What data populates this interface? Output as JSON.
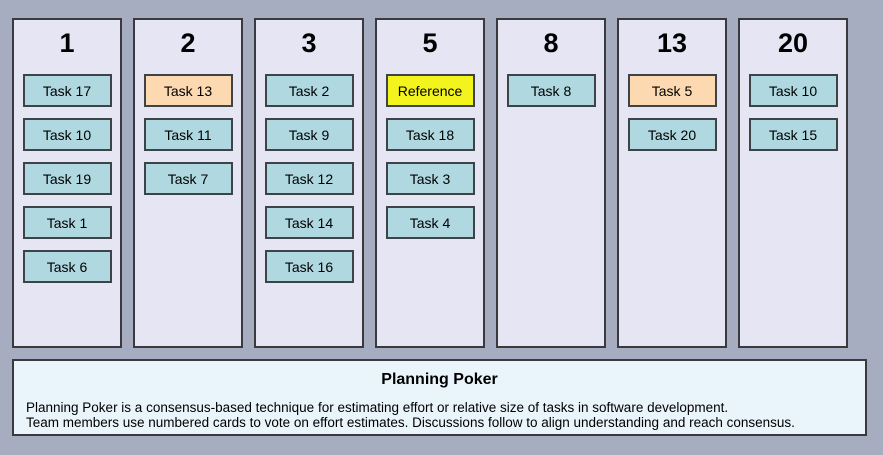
{
  "board": {
    "columns": [
      {
        "value": "1",
        "cards": [
          {
            "label": "Task 17",
            "type": "normal"
          },
          {
            "label": "Task 10",
            "type": "normal"
          },
          {
            "label": "Task 19",
            "type": "normal"
          },
          {
            "label": "Task 1",
            "type": "normal"
          },
          {
            "label": "Task 6",
            "type": "normal"
          }
        ]
      },
      {
        "value": "2",
        "cards": [
          {
            "label": "Task 13",
            "type": "highlight"
          },
          {
            "label": "Task 11",
            "type": "normal"
          },
          {
            "label": "Task 7",
            "type": "normal"
          }
        ]
      },
      {
        "value": "3",
        "cards": [
          {
            "label": "Task 2",
            "type": "normal"
          },
          {
            "label": "Task 9",
            "type": "normal"
          },
          {
            "label": "Task 12",
            "type": "normal"
          },
          {
            "label": "Task 14",
            "type": "normal"
          },
          {
            "label": "Task 16",
            "type": "normal"
          }
        ]
      },
      {
        "value": "5",
        "cards": [
          {
            "label": "Reference",
            "type": "reference"
          },
          {
            "label": "Task 18",
            "type": "normal"
          },
          {
            "label": "Task 3",
            "type": "normal"
          },
          {
            "label": "Task 4",
            "type": "normal"
          }
        ]
      },
      {
        "value": "8",
        "cards": [
          {
            "label": "Task 8",
            "type": "normal"
          }
        ]
      },
      {
        "value": "13",
        "cards": [
          {
            "label": "Task 5",
            "type": "highlight"
          },
          {
            "label": "Task 20",
            "type": "normal"
          }
        ]
      },
      {
        "value": "20",
        "cards": [
          {
            "label": "Task 10",
            "type": "normal"
          },
          {
            "label": "Task 15",
            "type": "normal"
          }
        ]
      }
    ]
  },
  "info_panel": {
    "title": "Planning Poker",
    "description_lines": [
      "Planning Poker is a consensus-based technique for estimating effort or relative size of tasks in software development.",
      "Team members use numbered cards to vote on effort estimates. Discussions follow to align understanding and reach consensus."
    ]
  },
  "colors": {
    "page_background": "#a7adc0",
    "column_background": "#e5e5f4",
    "card_task": "#afd8e0",
    "card_highlight": "#fcd9b1",
    "card_reference": "#f3f31d",
    "panel_background": "#eaf4fb",
    "border": "#3a3a3e",
    "card_border": "#3e4347",
    "text": "#000000"
  }
}
